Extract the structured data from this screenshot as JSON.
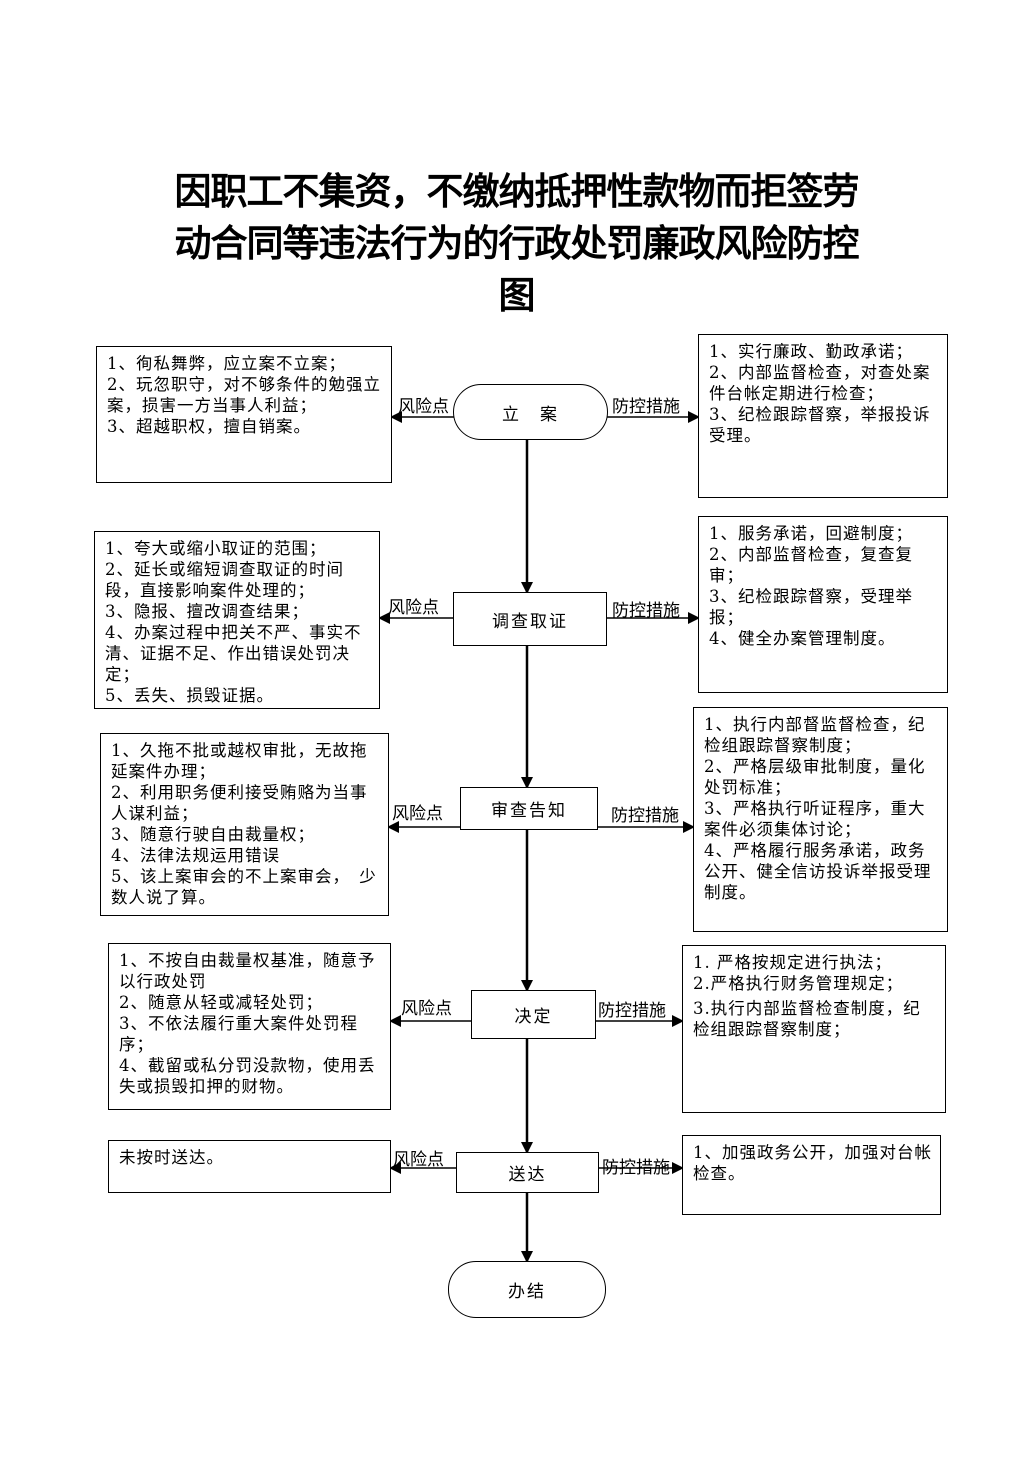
{
  "title": {
    "lines": [
      "因职工不集资，不缴纳抵押性款物而拒签劳",
      "动合同等违法行为的行政处罚廉政风险防控",
      "图"
    ]
  },
  "labels": {
    "risk": "风险点",
    "measure": "防控措施"
  },
  "steps": [
    {
      "name": "立　案",
      "risks": [
        "1、徇私舞弊，应立案不立案；",
        "2、玩忽职守，对不够条件的勉强立案，损害一方当事人利益；",
        "3、超越职权，擅自销案。"
      ],
      "measures": [
        "1、实行廉政、勤政承诺；",
        "2、内部监督检查，对查处案件台帐定期进行检查；",
        "3、纪检跟踪督察，举报投诉受理。"
      ]
    },
    {
      "name": "调查取证",
      "risks": [
        "1、夸大或缩小取证的范围；",
        "2、延长或缩短调查取证的时间段，直接影响案件处理的；",
        "3、隐报、擅改调查结果；",
        "4、办案过程中把关不严、事实不清、证据不足、作出错误处罚决定；",
        "5、丢失、损毁证据。"
      ],
      "measures": [
        "1、服务承诺，回避制度；",
        "2、内部监督检查，复查复审；",
        "3、纪检跟踪督察，受理举报；",
        "4、健全办案管理制度。"
      ]
    },
    {
      "name": "审查告知",
      "risks": [
        "1、久拖不批或越权审批，无故拖延案件办理；",
        "2、利用职务便利接受贿赂为当事人谋利益；",
        "3、随意行驶自由裁量权；",
        "4、法律法规运用错误",
        "5、该上案审会的不上案审会，　少数人说了算。"
      ],
      "measures": [
        "1、执行内部督监督检查，纪检组跟踪督察制度；",
        "2、严格层级审批制度，量化处罚标准；",
        "3、严格执行听证程序，重大案件必须集体讨论；",
        "4、严格履行服务承诺，政务公开、健全信访投诉举报受理制度。"
      ]
    },
    {
      "name": "决定",
      "risks": [
        "1、不按自由裁量权基准，随意予以行政处罚",
        "2、随意从轻或减轻处罚；",
        "3、不依法履行重大案件处罚程序；",
        "4、截留或私分罚没款物，使用丢失或损毁扣押的财物。"
      ],
      "measures": [
        "1. 严格按规定进行执法；",
        "2.严格执行财务管理规定；",
        "3.执行内部监督检查制度，纪检组跟踪督察制度；"
      ]
    },
    {
      "name": "送达",
      "risks": [
        "未按时送达。"
      ],
      "measures": [
        "1、加强政务公开，加强对台帐检查。"
      ]
    }
  ],
  "end": {
    "name": "办结"
  }
}
